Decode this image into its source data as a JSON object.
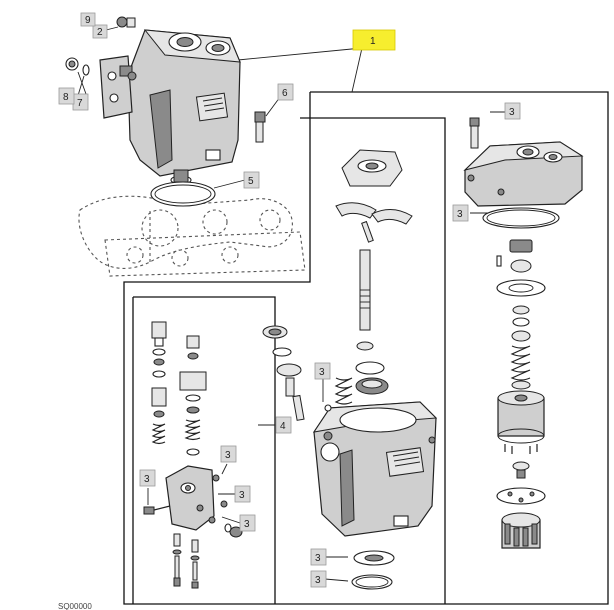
{
  "callouts": [
    {
      "id": "c1",
      "label": "1",
      "highlight": true
    },
    {
      "id": "c2",
      "label": "2"
    },
    {
      "id": "c3a",
      "label": "3"
    },
    {
      "id": "c3b",
      "label": "3"
    },
    {
      "id": "c3c",
      "label": "3"
    },
    {
      "id": "c3d",
      "label": "3"
    },
    {
      "id": "c3e",
      "label": "3"
    },
    {
      "id": "c3f",
      "label": "3"
    },
    {
      "id": "c3g",
      "label": "3"
    },
    {
      "id": "c3h",
      "label": "3"
    },
    {
      "id": "c3i",
      "label": "3"
    },
    {
      "id": "c4",
      "label": "4"
    },
    {
      "id": "c5",
      "label": "5"
    },
    {
      "id": "c6",
      "label": "6"
    },
    {
      "id": "c7",
      "label": "7"
    },
    {
      "id": "c8",
      "label": "8"
    },
    {
      "id": "c9",
      "label": "9"
    }
  ],
  "colors": {
    "highlight": "#f7ee2e",
    "callout_fill": "#d9d9d9",
    "line": "#222222",
    "part_fill": "#cfcfcf"
  },
  "footer_text": "SQ00000"
}
